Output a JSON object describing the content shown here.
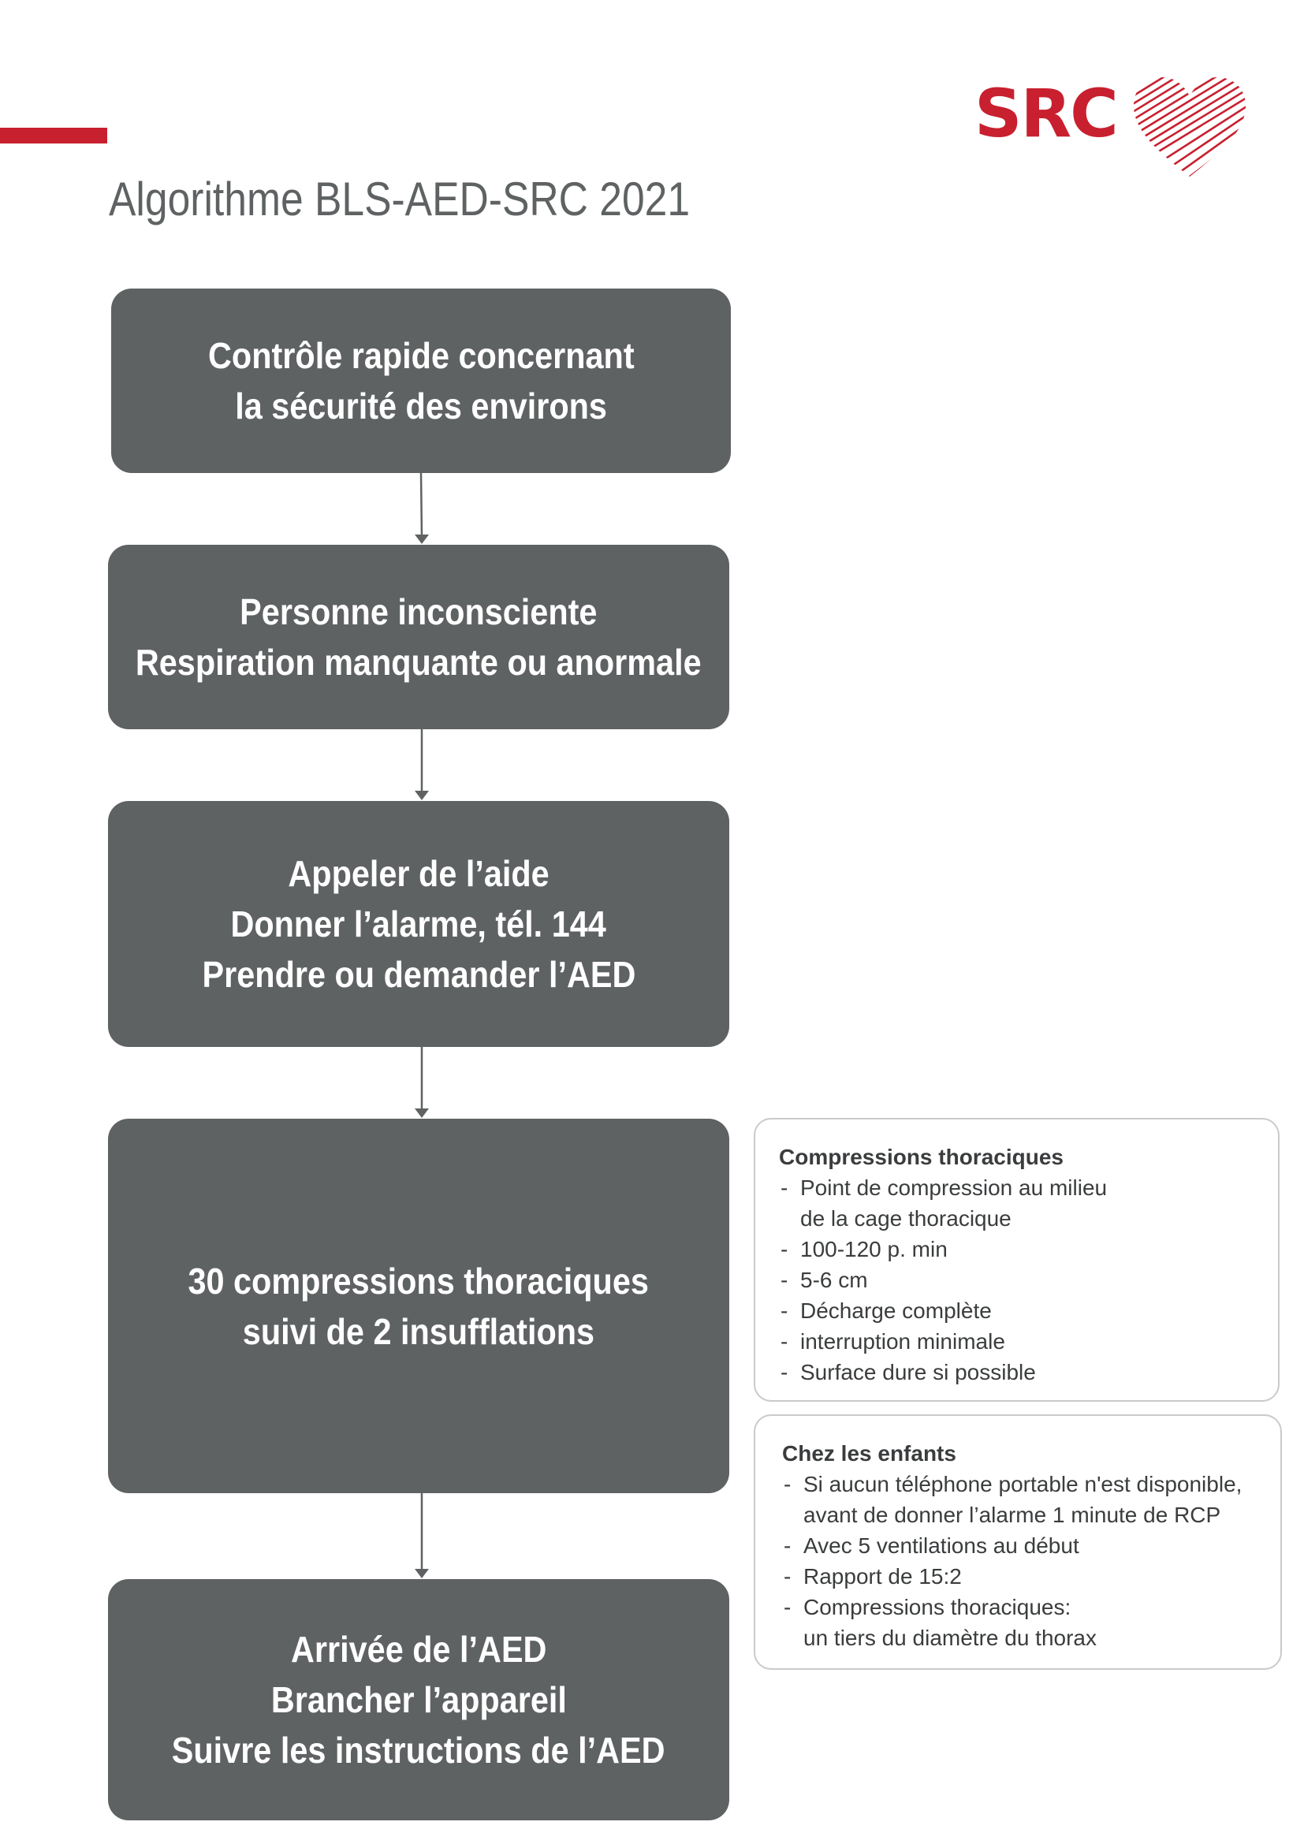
{
  "title": "Algorithme BLS-AED-SRC 2021",
  "logo": {
    "text": "SRC",
    "color": "#c8202f"
  },
  "colors": {
    "accent": "#c8202f",
    "box": "#5f6263",
    "border": "#c9cacb"
  },
  "steps": [
    {
      "lines": [
        "Contrôle rapide concernant",
        "la sécurité des environs"
      ]
    },
    {
      "lines": [
        "Personne inconsciente",
        "Respiration manquante ou anormale"
      ]
    },
    {
      "lines": [
        "Appeler de l’aide",
        "Donner l’alarme, tél. 144",
        "Prendre ou demander l’AED"
      ]
    },
    {
      "lines": [
        "30 compressions thoraciques",
        "suivi de 2 insufflations"
      ]
    },
    {
      "lines": [
        "Arrivée de l’AED",
        "Brancher l’appareil",
        "Suivre les instructions de l’AED"
      ]
    }
  ],
  "info_boxes": [
    {
      "title": "Compressions thoraciques",
      "items": [
        "Point de compression au milieu\nde la cage thoracique",
        "100-120 p. min",
        "5-6 cm",
        "Décharge complète",
        "interruption minimale",
        "Surface dure si possible"
      ]
    },
    {
      "title": "Chez les enfants",
      "items": [
        "Si aucun téléphone portable n'est disponible,\navant de donner l’alarme 1 minute de RCP",
        "Avec 5 ventilations au début",
        "Rapport de 15:2",
        "Compressions thoraciques:\nun tiers du diamètre du thorax"
      ]
    }
  ]
}
